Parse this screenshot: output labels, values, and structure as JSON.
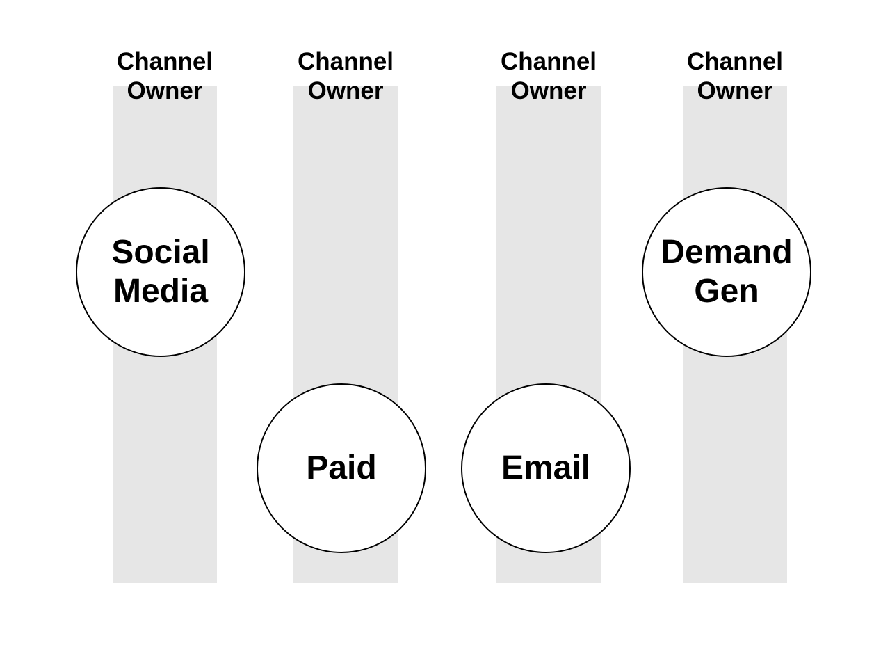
{
  "columns": [
    {
      "title_line1": "Channel",
      "title_line2": "Owner"
    },
    {
      "title_line1": "Channel",
      "title_line2": "Owner"
    },
    {
      "title_line1": "Channel",
      "title_line2": "Owner"
    },
    {
      "title_line1": "Channel",
      "title_line2": "Owner"
    }
  ],
  "nodes": {
    "social": {
      "line1": "Social",
      "line2": "Media"
    },
    "paid": {
      "line1": "Paid"
    },
    "email": {
      "line1": "Email"
    },
    "demand": {
      "line1": "Demand",
      "line2": "Gen"
    }
  },
  "colors": {
    "column_fill": "#e6e6e6",
    "node_fill": "#ffffff",
    "stroke": "#000000",
    "text": "#000000"
  }
}
